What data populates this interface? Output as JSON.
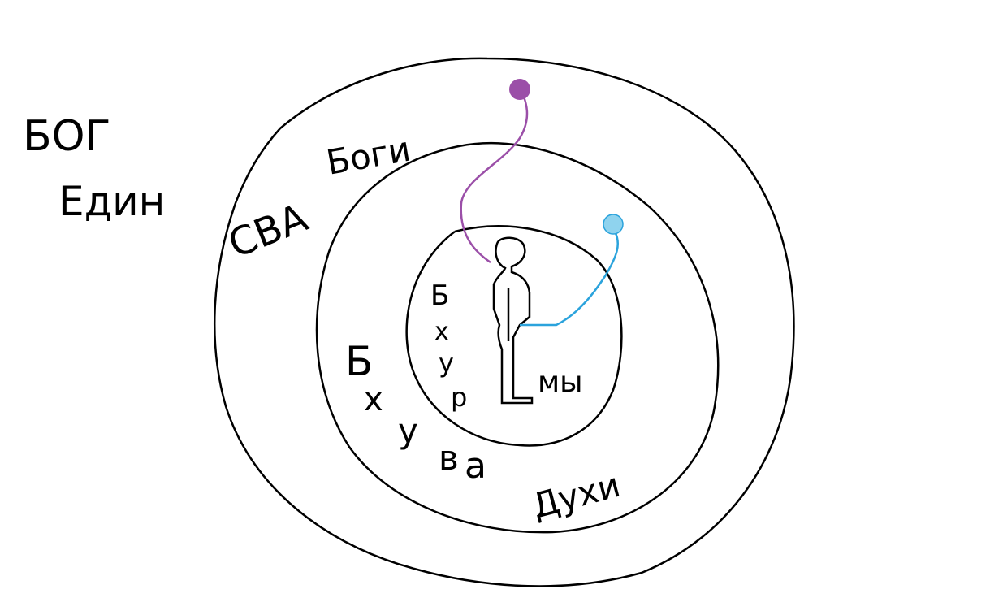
{
  "labels": {
    "god": "БОГ",
    "one": "Един",
    "sva": "СВА",
    "gods": "Боги",
    "bhur": [
      "Б",
      "х",
      "у",
      "р"
    ],
    "bhuva": [
      "Б",
      "х",
      "у",
      "в",
      "а"
    ],
    "we": "мы",
    "spirits": "Духи"
  },
  "colors": {
    "ink": "#000000",
    "purple": "#9b4fa8",
    "blue": "#2ba3dc",
    "blue_dot": "#8fd3ee"
  }
}
